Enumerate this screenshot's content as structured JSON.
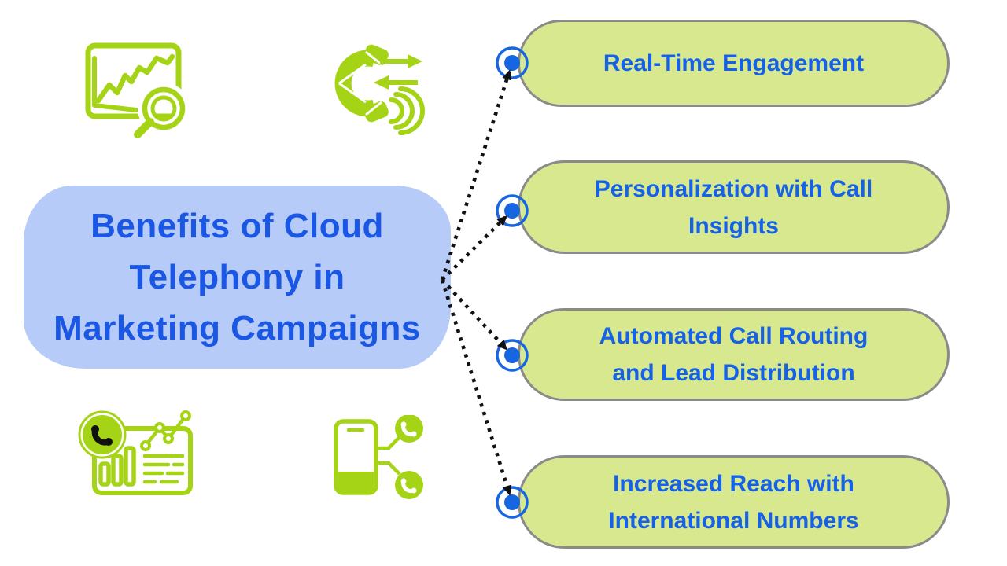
{
  "title": {
    "full": "Benefits of Cloud Telephony in Marketing Campaigns",
    "lines": [
      "Benefits of Cloud",
      "Telephony in",
      "Marketing Campaigns"
    ]
  },
  "benefits": [
    {
      "label": "Real-Time Engagement",
      "lines": [
        "Real-Time Engagement"
      ]
    },
    {
      "label": "Personalization with Call Insights",
      "lines": [
        "Personalization with Call",
        "Insights"
      ]
    },
    {
      "label": "Automated Call Routing and Lead Distribution",
      "lines": [
        "Automated Call Routing",
        "and Lead Distribution"
      ]
    },
    {
      "label": "Increased Reach with International Numbers",
      "lines": [
        "Increased Reach with",
        "International Numbers"
      ]
    }
  ],
  "icons": [
    {
      "name": "analytics-magnifier-icon",
      "meaning": "chart with magnifying glass"
    },
    {
      "name": "call-transfer-icon",
      "meaning": "handset with in/out arrows and sound waves"
    },
    {
      "name": "call-analytics-report-icon",
      "meaning": "report card with bars, trend dots and phone badge"
    },
    {
      "name": "mobile-multi-call-icon",
      "meaning": "smartphone linked to two call bubbles"
    }
  ],
  "colors": {
    "background": "#ffffff",
    "icon_green": "#a5d416",
    "pill_fill": "#d8e88f",
    "pill_border": "#8a8a8a",
    "text_blue": "#1562e8",
    "blob_fill": "#b7cbf8",
    "node_blue": "#1566e0",
    "connector_black": "#111111"
  }
}
